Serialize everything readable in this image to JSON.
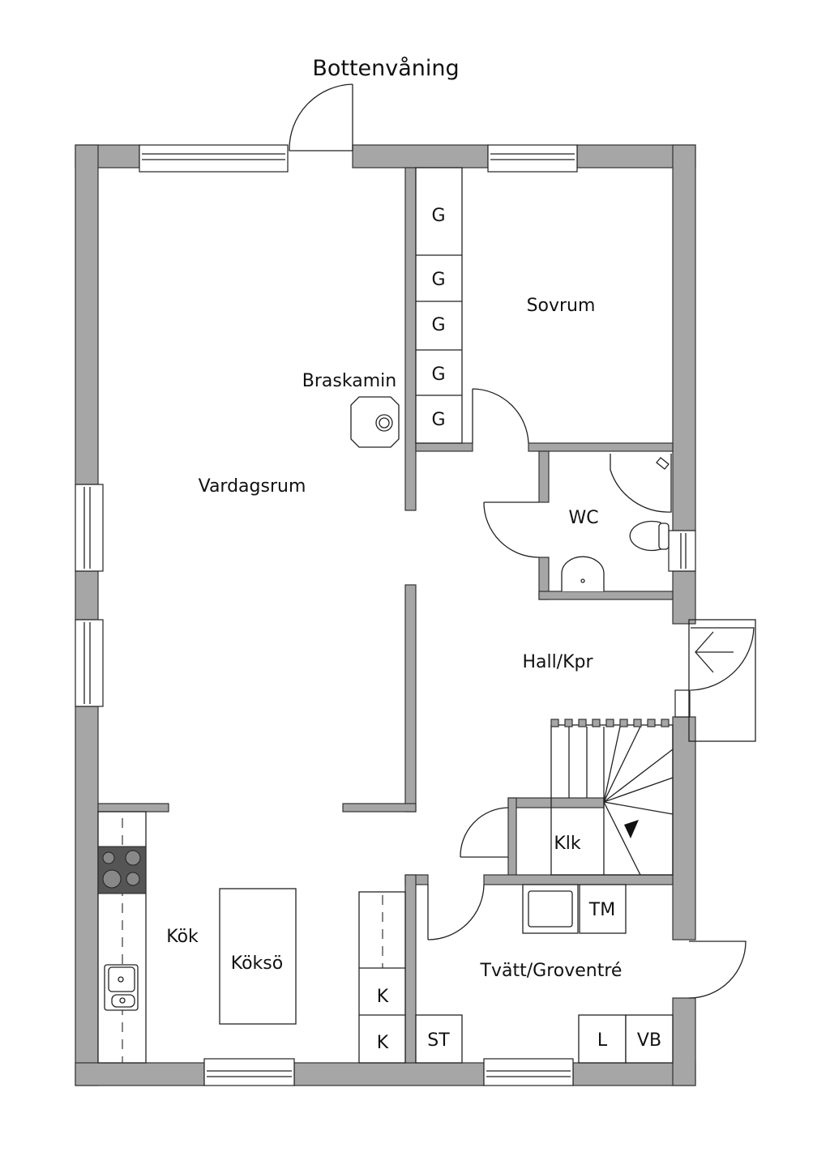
{
  "title": "Bottenvåning",
  "rooms": {
    "vardagsrum": "Vardagsrum",
    "braskamin": "Braskamin",
    "sovrum": "Sovrum",
    "wc": "WC",
    "hall": "Hall/Kpr",
    "klk": "Klk",
    "kok": "Kök",
    "koksö": "Köksö",
    "tvatt": "Tvätt/Groventré"
  },
  "fixtures": {
    "wardrobe": [
      "G",
      "G",
      "G",
      "G",
      "G"
    ],
    "kitchen_units": [
      "K",
      "K"
    ],
    "tm": "TM",
    "st": "ST",
    "l": "L",
    "vb": "VB"
  }
}
